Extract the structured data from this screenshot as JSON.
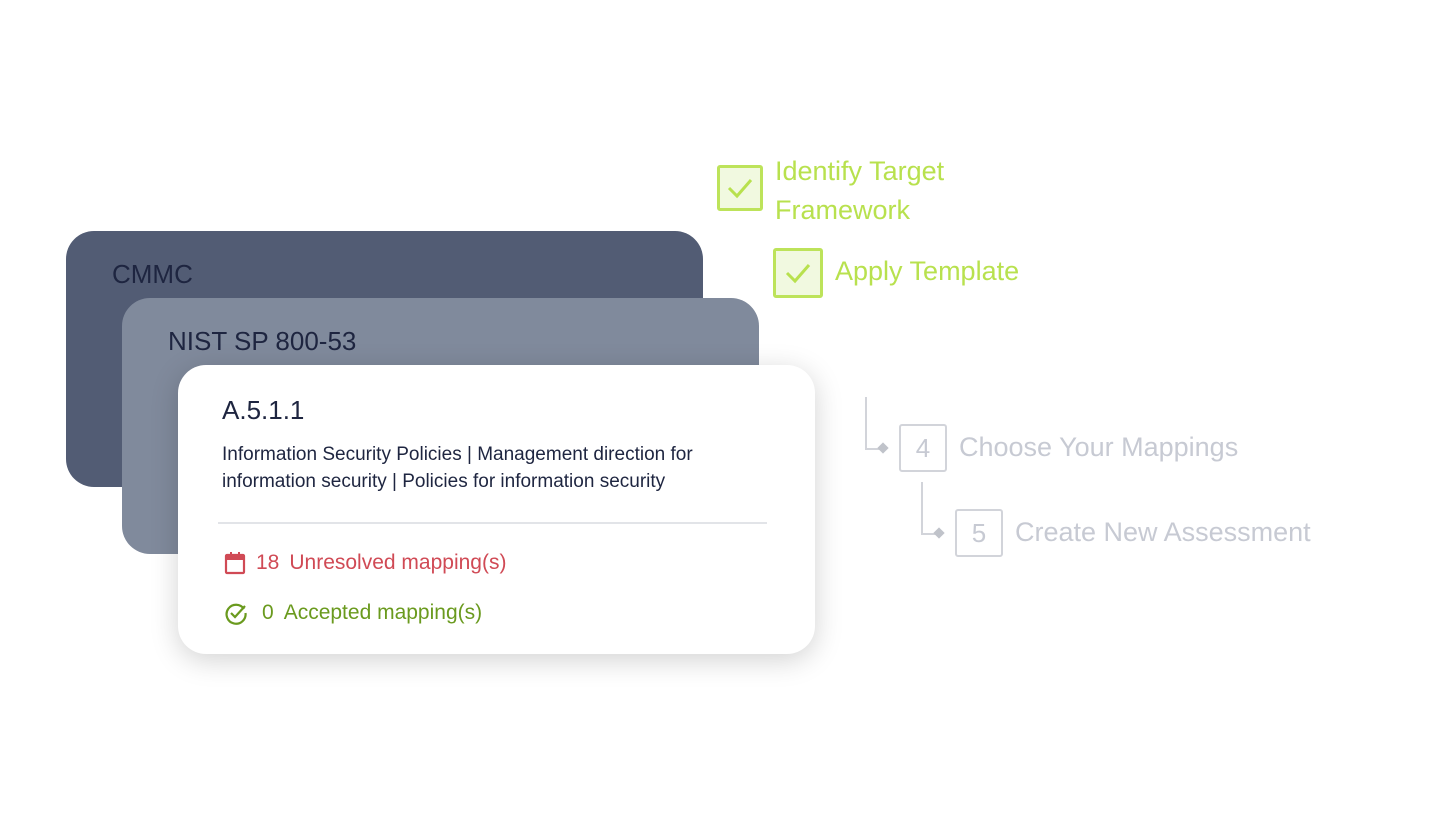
{
  "cards": {
    "back": "CMMC",
    "middle": "NIST SP 800-53",
    "front": {
      "code": "A.5.1.1",
      "description": "Information Security Policies | Management direction for information security | Policies for information security",
      "unresolved": {
        "count": "18",
        "label": "Unresolved mapping(s)",
        "icon": "calendar-icon"
      },
      "accepted": {
        "count": "0",
        "label": "Accepted mapping(s)",
        "icon": "check-circle-icon"
      }
    }
  },
  "steps": [
    {
      "label": "Identify Target\nFramework",
      "status": "done"
    },
    {
      "label": "Apply Template",
      "status": "done"
    },
    {
      "number": "4",
      "label": "Choose Your Mappings",
      "status": "todo"
    },
    {
      "number": "5",
      "label": "Create New Assessment",
      "status": "todo"
    }
  ],
  "colors": {
    "done": "#b8e14e",
    "todo": "#c7cad3",
    "unresolved": "#d04a55",
    "accepted": "#6a9a1e"
  }
}
